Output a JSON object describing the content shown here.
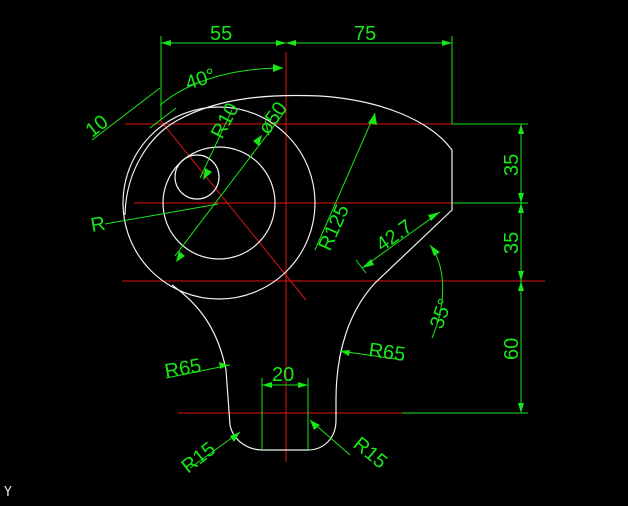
{
  "drawing": {
    "background": "#000000",
    "colors": {
      "geometry": "#f2f2f2",
      "centerline": "#e01414",
      "dimension": "#19e619"
    },
    "dimensions": {
      "dim_55": "55",
      "dim_75": "75",
      "dim_40deg": "40°",
      "dim_10": "10",
      "dim_r10": "R10",
      "dim_d50": "ø50",
      "dim_r": "R",
      "dim_r125": "R125",
      "dim_42_7": "42.7",
      "dim_35_upper": "35",
      "dim_35_lower": "35",
      "dim_35deg": "35°",
      "dim_60": "60",
      "dim_r65_left": "R65",
      "dim_r65_right": "R65",
      "dim_20": "20",
      "dim_r15_left": "R15",
      "dim_r15_right": "R15"
    },
    "ucs_label": "Y"
  }
}
